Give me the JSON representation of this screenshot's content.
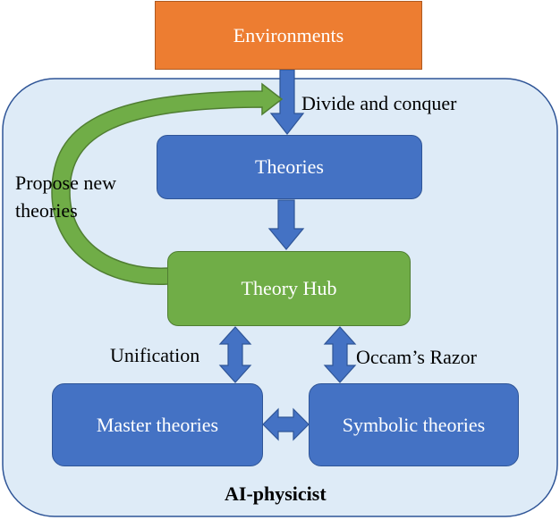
{
  "container": {
    "title": "AI-physicist"
  },
  "nodes": {
    "environments": "Environments",
    "theories": "Theories",
    "theory_hub": "Theory Hub",
    "master_theories": "Master theories",
    "symbolic_theories": "Symbolic theories"
  },
  "edge_labels": {
    "divide_and_conquer": "Divide and conquer",
    "propose_line1": "Propose new",
    "propose_line2": "theories",
    "unification": "Unification",
    "occams_razor": "Occam’s Razor"
  },
  "colors": {
    "orange": "#ED7D31",
    "blue": "#4472C4",
    "green": "#70AD47",
    "container_fill": "#DEEBF7"
  }
}
